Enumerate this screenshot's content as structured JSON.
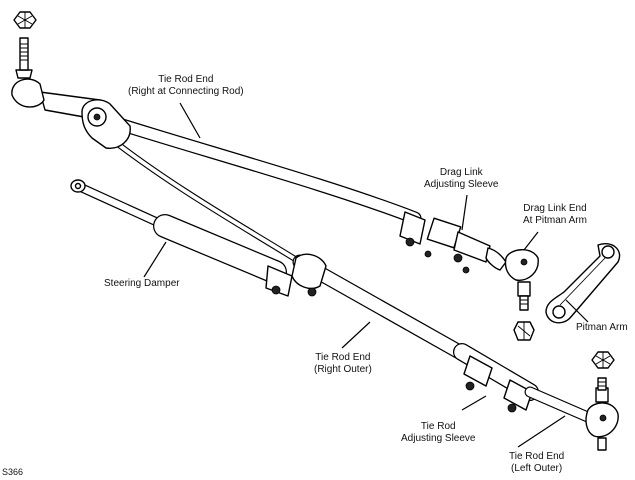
{
  "labels": {
    "tie_rod_end_connecting": [
      "Tie Rod End",
      "(Right at Connecting Rod)"
    ],
    "drag_link_adjusting_sleeve": [
      "Drag Link",
      "Adjusting Sleeve"
    ],
    "drag_link_end": [
      "Drag Link End",
      "At Pitman Arm"
    ],
    "steering_damper": [
      "Steering Damper"
    ],
    "pitman_arm": [
      "Pitman Arm"
    ],
    "tie_rod_end_right_outer": [
      "Tie Rod End",
      "(Right Outer)"
    ],
    "tie_rod_adjusting_sleeve": [
      "Tie Rod",
      "Adjusting Sleeve"
    ],
    "tie_rod_end_left_outer": [
      "Tie Rod End",
      "(Left Outer)"
    ]
  },
  "figure_code": "S366"
}
